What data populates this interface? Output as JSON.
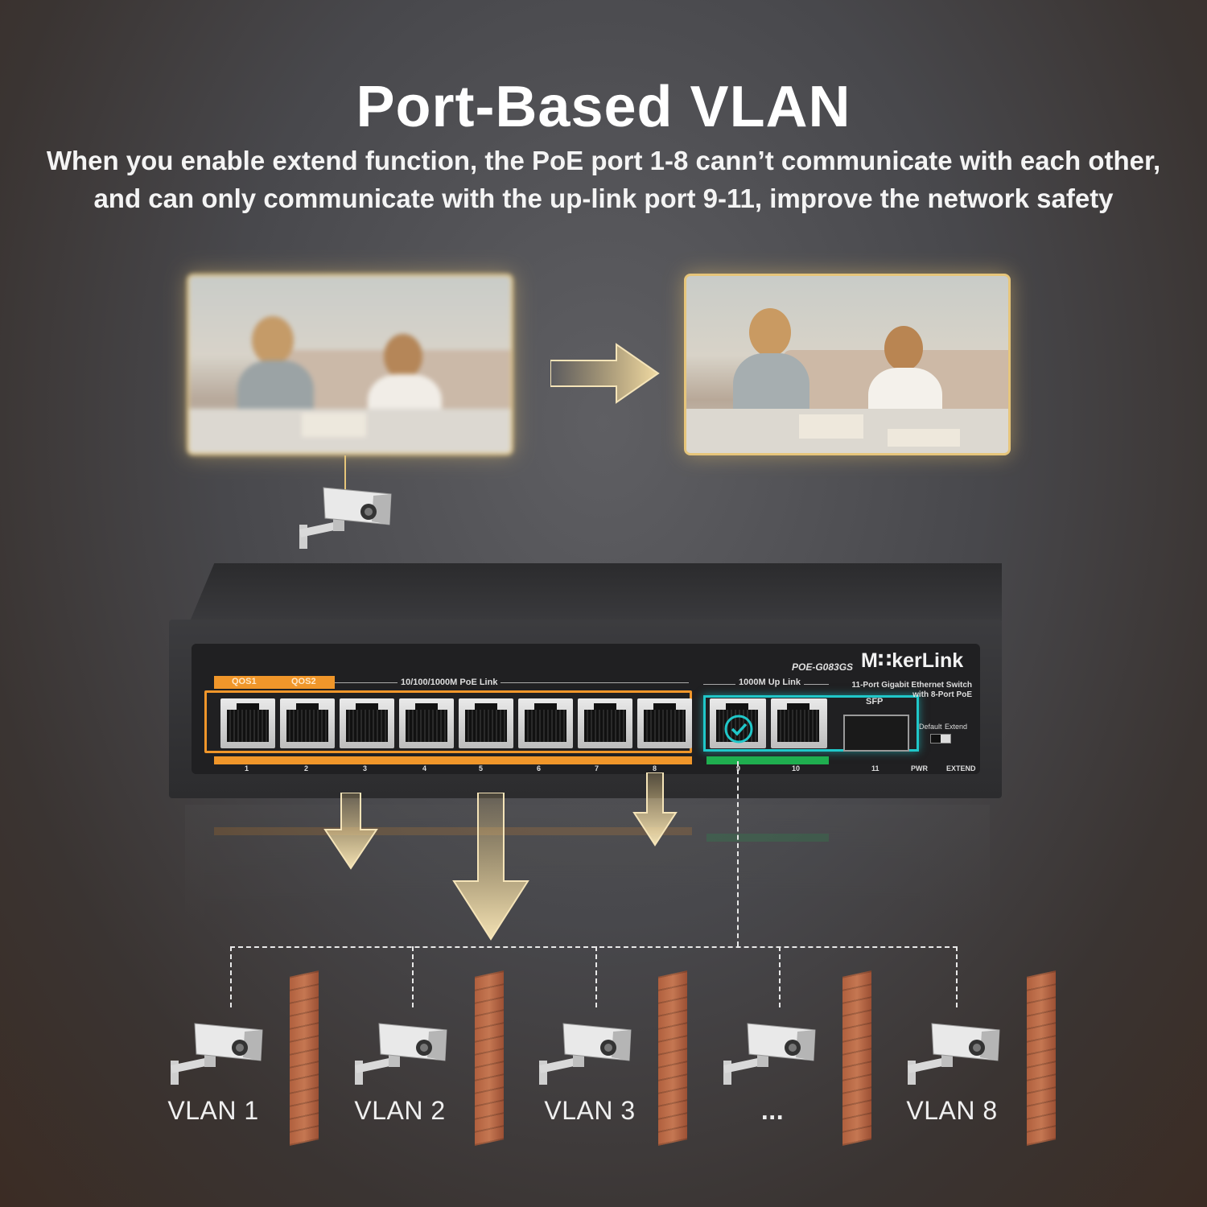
{
  "header": {
    "title": "Port-Based VLAN",
    "subtitle_line1": "When you enable extend function, the PoE port 1-8 cann’t communicate with each other,",
    "subtitle_line2": "and can only communicate with the up-link port 9-11, improve the network safety"
  },
  "device": {
    "model": "POE-G083GS",
    "brand": "M∷kerLink",
    "description_line1": "11-Port Gigabit Ethernet Switch",
    "description_line2": "with 8-Port PoE",
    "qos1": "QOS1",
    "qos2": "QOS2",
    "poe_group_label": "10/100/1000M PoE Link",
    "uplink_group_label": "1000M Up Link",
    "sfp_label": "SFP",
    "switch_default": "Default",
    "switch_extend": "Extend",
    "port_numbers": [
      "1",
      "2",
      "3",
      "4",
      "5",
      "6",
      "7",
      "8",
      "9",
      "10",
      "11"
    ],
    "pwr_label": "PWR",
    "extend_label": "EXTEND"
  },
  "vlans": [
    "VLAN 1",
    "VLAN 2",
    "VLAN 3",
    "...",
    "VLAN 8"
  ],
  "colors": {
    "accent_gold": "#e6c57a",
    "poe_orange": "#f0962a",
    "uplink_green": "#1fae4f",
    "check_teal": "#20c7c9",
    "wall_brick": "#b8673f"
  },
  "icons": [
    "security-camera-icon",
    "arrow-right-icon",
    "arrow-down-icon",
    "checkmark-icon",
    "brick-wall-icon"
  ]
}
